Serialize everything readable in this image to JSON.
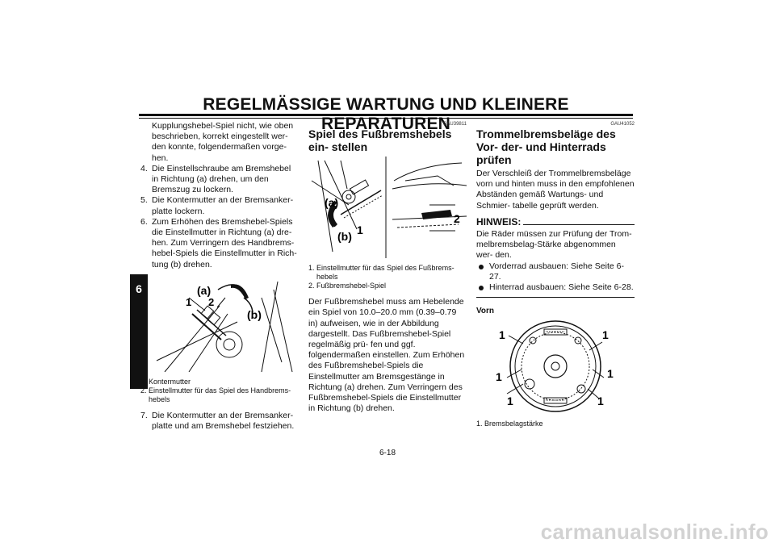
{
  "header": {
    "title": "REGELMÄSSIGE WARTUNG UND KLEINERE REPARATUREN",
    "chapter_tab": "6"
  },
  "col1": {
    "intro": "Kupplungshebel-Spiel nicht, wie oben beschrieben, korrekt eingestellt wer- den konnte, folgendermaßen vorge- hen.",
    "steps": [
      {
        "num": "4.",
        "text": "Die Einstellschraube am Bremshebel in Richtung (a) drehen, um den Bremszug zu lockern."
      },
      {
        "num": "5.",
        "text": "Die Kontermutter an der Bremsanker- platte lockern."
      },
      {
        "num": "6.",
        "text": "Zum Erhöhen des Bremshebel-Spiels die Einstellmutter in Richtung (a) dre- hen. Zum Verringern des Handbrems- hebel-Spiels die Einstellmutter in Rich- tung (b) drehen."
      }
    ],
    "figure_labels": {
      "one": "1",
      "two": "2",
      "a": "(a)",
      "b": "(b)"
    },
    "captions": [
      {
        "num": "1.",
        "text": "Kontermutter"
      },
      {
        "num": "2.",
        "text": "Einstellmutter für das Spiel des Handbrems- hebels"
      }
    ],
    "step7": {
      "num": "7.",
      "text": "Die Kontermutter an der Bremsanker- platte und am Bremshebel festziehen."
    }
  },
  "col2": {
    "code": "GAU39811",
    "title": "Spiel des Fußbremshebels ein- stellen",
    "figure_labels": {
      "a": "(a)",
      "b": "(b)",
      "one": "1",
      "two": "2"
    },
    "captions": [
      {
        "num": "1.",
        "text": "Einstellmutter für das Spiel des Fußbrems- hebels"
      },
      {
        "num": "2.",
        "text": "Fußbremshebel-Spiel"
      }
    ],
    "body": "Der Fußbremshebel muss am Hebelende ein Spiel von 10.0–20.0 mm (0.39–0.79 in) aufweisen, wie in der Abbildung dargestellt. Das Fußbremshebel-Spiel regelmäßig prü- fen und ggf. folgendermaßen einstellen. Zum Erhöhen des Fußbremshebel-Spiels die Einstellmutter am Bremsgestänge in Richtung (a) drehen. Zum Verringern des Fußbremshebel-Spiels die Einstellmutter in Richtung (b) drehen."
  },
  "col3": {
    "code": "GAU41052",
    "title": "Trommelbremsbeläge des Vor- der- und Hinterrads prüfen",
    "body": "Der Verschleiß der Trommelbremsbeläge vorn und hinten muss in den empfohlenen Abständen gemäß Wartungs- und Schmier- tabelle geprüft werden.",
    "note_title": "HINWEIS:",
    "note_text": "Die Räder müssen zur Prüfung der Trom- melbremsbelag-Stärke abgenommen wer- den.",
    "bullets": [
      "Vorderrad ausbauen: Siehe Seite 6-27.",
      "Hinterrad ausbauen: Siehe Seite 6-28."
    ],
    "subheading": "Vorn",
    "figure_label": "1",
    "captions": [
      {
        "num": "1.",
        "text": "Bremsbelagstärke"
      }
    ]
  },
  "footer": {
    "page_number": "6-18",
    "watermark": "carmanualsonline.info"
  }
}
